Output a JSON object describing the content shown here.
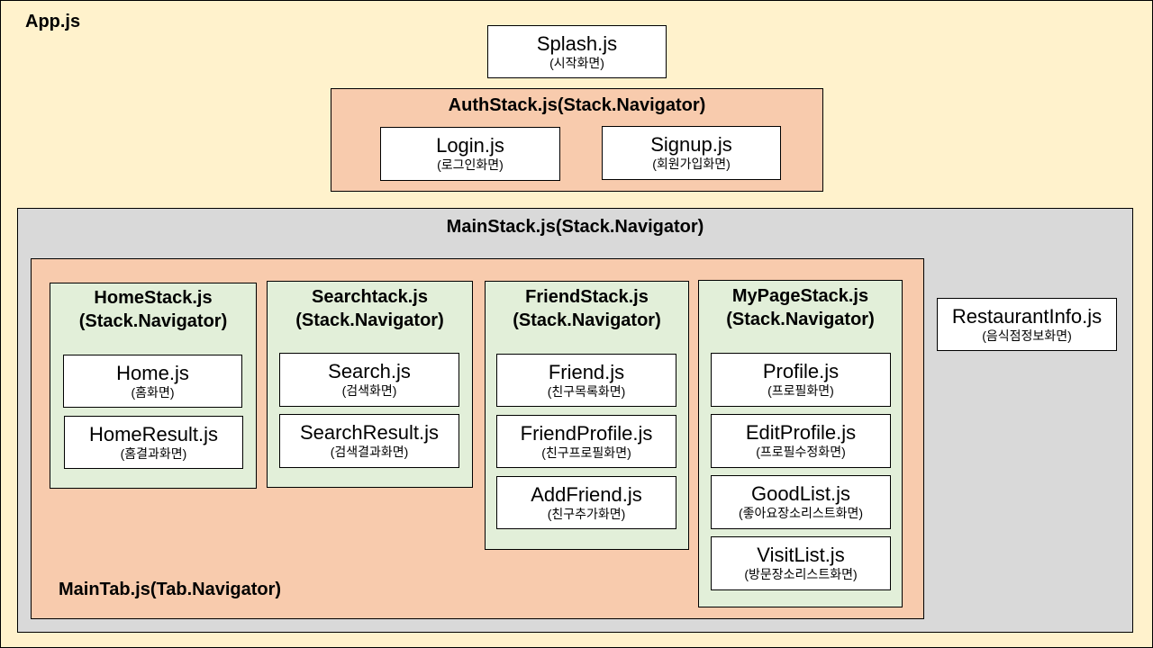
{
  "app_label": "App.js",
  "splash": {
    "name": "Splash.js",
    "sub": "(시작화면)"
  },
  "auth": {
    "title": "AuthStack.js(Stack.Navigator)",
    "login": {
      "name": "Login.js",
      "sub": "(로그인화면)"
    },
    "signup": {
      "name": "Signup.js",
      "sub": "(회원가입화면)"
    }
  },
  "main": {
    "title": "MainStack.js(Stack.Navigator)",
    "tab_label": "MainTab.js(Tab.Navigator)",
    "restaurant": {
      "name": "RestaurantInfo.js",
      "sub": "(음식점정보화면)"
    },
    "home": {
      "title1": "HomeStack.js",
      "title2": "(Stack.Navigator)",
      "screens": [
        {
          "name": "Home.js",
          "sub": "(홈화면)"
        },
        {
          "name": "HomeResult.js",
          "sub": "(홈결과화면)"
        }
      ]
    },
    "search": {
      "title1": "Searchtack.js",
      "title2": "(Stack.Navigator)",
      "screens": [
        {
          "name": "Search.js",
          "sub": "(검색화면)"
        },
        {
          "name": "SearchResult.js",
          "sub": "(검색결과화면)"
        }
      ]
    },
    "friend": {
      "title1": "FriendStack.js",
      "title2": "(Stack.Navigator)",
      "screens": [
        {
          "name": "Friend.js",
          "sub": "(친구목록화면)"
        },
        {
          "name": "FriendProfile.js",
          "sub": "(친구프로필화면)"
        },
        {
          "name": "AddFriend.js",
          "sub": "(친구추가화면)"
        }
      ]
    },
    "mypage": {
      "title1": "MyPageStack.js",
      "title2": "(Stack.Navigator)",
      "screens": [
        {
          "name": "Profile.js",
          "sub": "(프로필화면)"
        },
        {
          "name": "EditProfile.js",
          "sub": "(프로필수정화면)"
        },
        {
          "name": "GoodList.js",
          "sub": "(좋아요장소리스트화면)"
        },
        {
          "name": "VisitList.js",
          "sub": "(방문장소리스트화면)"
        }
      ]
    }
  }
}
